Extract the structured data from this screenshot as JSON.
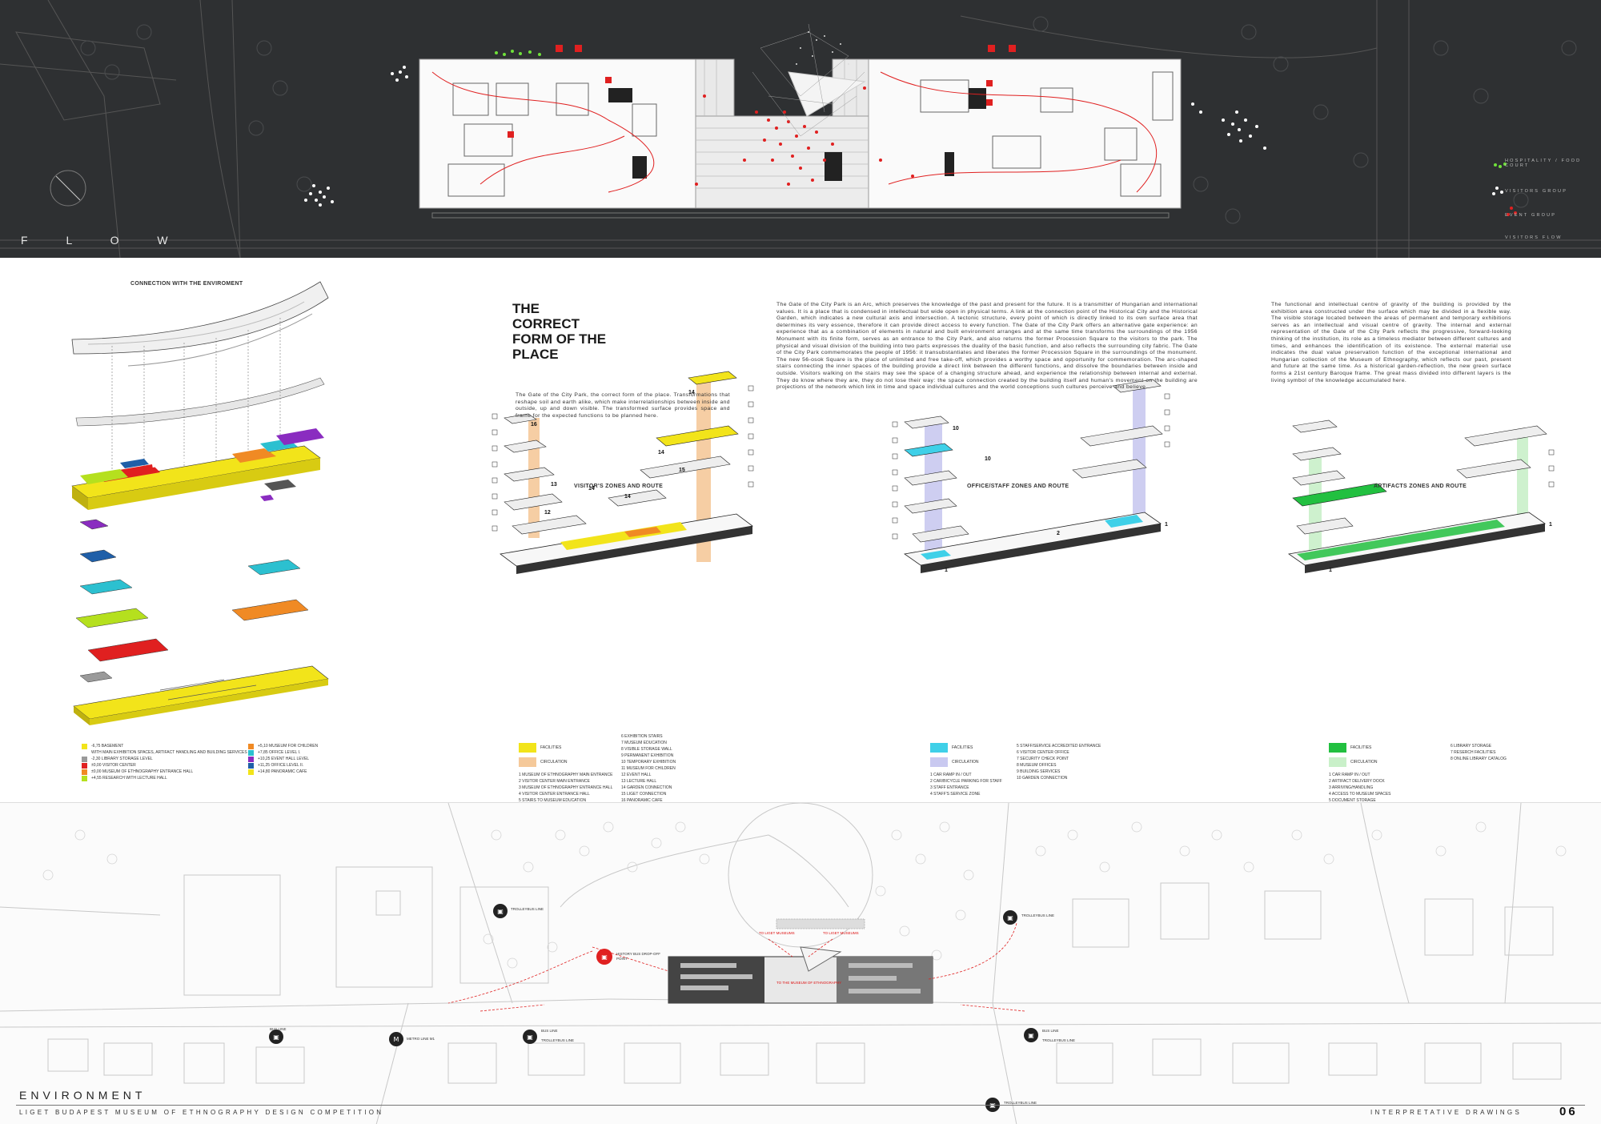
{
  "flow": {
    "title": "F L O W",
    "legend": [
      "HOSPITALITY / FOOD COURT",
      "VISITORS GROUP",
      "EVENT GROUP",
      "VISITORS FLOW"
    ]
  },
  "connection": {
    "title": "CONNECTION WITH THE ENVIROMENT"
  },
  "heading": {
    "line1": "THE",
    "line2": "CORRECT",
    "line3": "FORM OF THE",
    "line4": "PLACE"
  },
  "paragraphs": {
    "intro": "The Gate of the City Park, the correct form of the place. Transformations that reshape soil and earth alike, which make interrelationships between inside and outside, up and down visible. The transformed surface provides space and frame for the expected functions to be planned here.",
    "center": "The Gate of the City Park is an Arc, which preserves the knowledge of the past and present for the future. It is a transmitter of Hungarian and international values. It is a place that is condensed in intellectual but wide open in physical terms. A link at the connection point of the Historical City and the Historical Garden, which indicates a new cultural axis and intersection. A tectonic structure, every point of which is directly linked to its own surface area that determines its very essence, therefore it can provide direct access to every function. The Gate of the City Park offers an alternative gate experience: an experience that as a combination of elements in natural and built environment arranges and at the same time transforms the surroundings of the 1956 Monument with its finite form, serves as an entrance to the City Park, and also returns the former Procession Square to the visitors to the park. The physical and visual division of the building into two parts expresses the duality of the basic function, and also reflects the surrounding city fabric. The Gate of the City Park commemorates the people of 1956: it transubstantiates and liberates the former Procession Square in the surroundings of the monument. The new 56-osok Square is the place of unlimited and free take-off, which provides a worthy space and opportunity for commemoration. The arc-shaped stairs connecting the inner spaces of the building provide a direct link between the different functions, and dissolve the boundaries between inside and outside. Visitors walking on the stairs may see the space of a changing structure ahead, and experience the relationship between internal and external. They do know where they are, they do not lose their way: the space connection created by the building itself and human's movement on the building are projections of the network which link in time and space individual cultures and the world conceptions such cultures perceive and believe.",
    "right": "The functional and intellectual centre of gravity of the building is provided by the exhibition area constructed under the surface which may be divided in a flexible way. The visible storage located between the areas of permanent and temporary exhibitions serves as an intellectual and visual centre of gravity. The internal and external representation of the Gate of the City Park reflects the progressive, forward-looking thinking of the institution, its role as a timeless mediator between different cultures and times, and enhances the identification of its existence. The external material use indicates the dual value preservation function of the exceptional international and Hungarian collection of the Museum of Ethnography, which reflects our past, present and future at the same time. As a historical garden-reflection, the new green surface forms a 21st century Baroque frame. The great mass divided into different layers is the living symbol of the knowledge accumulated here."
  },
  "zones": {
    "visitor": {
      "title": "VISITOR'S ZONES AND ROUTE"
    },
    "office": {
      "title": "OFFICE/STAFF ZONES AND ROUTE"
    },
    "artifacts": {
      "title": "ARTIFACTS ZONES AND ROUTE"
    }
  },
  "level_legend": {
    "left": [
      {
        "label": "-6,75 BASEMENT",
        "sub": "WITH MAIN EXHIBITION SPACES, ARTIFACT HANDLING AND BUILDING SERVICES",
        "color": "#f2e41a"
      },
      {
        "label": "-2,30 LIBRARY STORAGE LEVEL",
        "sub": "",
        "color": "#9a9a9a"
      },
      {
        "label": "±0,00 VISITOR CENTER",
        "sub": "",
        "color": "#e02020"
      },
      {
        "label": "±0,00 MUSEUM OF ETHNOGRAPHY ENTRANCE HALL",
        "sub": "",
        "color": "#f08a24"
      },
      {
        "label": "+4,55 RESEARCH WITH LECTURE HALL",
        "sub": "",
        "color": "#b5e01e"
      }
    ],
    "right": [
      {
        "label": "+5,10 MUSEUM FOR CHILDREN",
        "color": "#f08a24"
      },
      {
        "label": "+7,85 OFFICE LEVEL I.",
        "color": "#2cc0d0"
      },
      {
        "label": "+10,25 EVENT HALL LEVEL",
        "color": "#8a2cc0"
      },
      {
        "label": "+11,25 OFFICE LEVEL II.",
        "color": "#1f5fa8"
      },
      {
        "label": "+14,80 PANORAMIC CAFE",
        "color": "#f2e41a"
      }
    ]
  },
  "visitor_legend": {
    "facilities": "FACILITIES",
    "circulation": "CIRCULATION",
    "facilities_color": "#f2e41a",
    "circulation_color": "#f5c99a",
    "list_a": [
      "1   MUSEUM OF ETHNOGRAPHY MAIN ENTRANCE",
      "2   VISITOR CENTER MAIN ENTRANCE",
      "3   MUSEUM OF ETHNOGRAPHY ENTRANCE HALL",
      "4   VISITOR CENTER ENTRANCE HALL",
      "5   STAIRS TO MUSEUM EDUCATION"
    ],
    "list_b": [
      "6   EXHIBITION STAIRS",
      "7   MUSEUM EDUCATION",
      "8   VISIBLE STORAGE WALL",
      "9   PERMANENT EXHIBITION",
      "10  TEMPORARY EXHIBITION",
      "11  MUSEUM FOR CHILDREN",
      "12  EVENT HALL",
      "13  LECTURE HALL",
      "14  GARDEN CONNECTION",
      "15  LIGET CONNECTION",
      "16  PANORAMIC CAFE"
    ]
  },
  "office_legend": {
    "facilities": "FACILITIES",
    "circulation": "CIRCULATION",
    "facilities_color": "#3fd0e8",
    "circulation_color": "#c9c9f0",
    "list_a": [
      "1   CAR RAMP IN / OUT",
      "2   CAR/BICYCLE PARKING FOR STAFF",
      "3   STAFF ENTRANCE",
      "4   STAFF'S SERVICE ZONE"
    ],
    "list_b": [
      "5   STAFF/SERVICE ACCREDITED ENTRANCE",
      "6   VISITOR CENTER OFFICE",
      "7   SECURITY CHECK POINT",
      "8   MUSEUM OFFICES",
      "9   BUILDING SERVICES",
      "10  GARDEN CONNECTION"
    ]
  },
  "artifact_legend": {
    "facilities": "FACILITIES",
    "circulation": "CIRCULATION",
    "facilities_color": "#22c040",
    "circulation_color": "#c9f0c9",
    "list_a": [
      "1   CAR RAMP IN / OUT",
      "2   ARTIFACT DELIVERY DOCK",
      "3   ARRIVING/HANDLING",
      "4   ACCESS TO MUSEUM SPACES",
      "5   DOCUMENT STORAGE"
    ],
    "list_b": [
      "6   LIBRARY STORAGE",
      "7   RESERCH FACILITIES",
      "8   ONLINE LIBRARY CATALOG"
    ]
  },
  "environment": {
    "title": "ENVIRONMENT",
    "labels": {
      "trolley_top_left": "TROLLEYBUS LINE",
      "trolley_top_right": "TROLLEYBUS LINE",
      "history_bus": "HISTORY BUS DROP-OFF POINT",
      "to_liget_left": "TO LIGET MUSEUMS",
      "to_liget_right": "TO LIGET MUSEUMS",
      "to_museum": "TO THE MUSEUM OF ETHNOGRAPHY",
      "bus_left": "BUS LINE",
      "metro": "METRO LINE M1",
      "bus_mid": "BUS LINE",
      "trolley_mid": "TROLLEYBUS LINE",
      "bus_right": "BUS LINE",
      "trolley_right": "TROLLEYBUS LINE",
      "trolley_bottom": "TROLLEYBUS LINE"
    }
  },
  "footer": {
    "left": "LIGET BUDAPEST MUSEUM OF ETHNOGRAPHY DESIGN COMPETITION",
    "right": "INTERPRETATIVE DRAWINGS",
    "page": "06"
  }
}
